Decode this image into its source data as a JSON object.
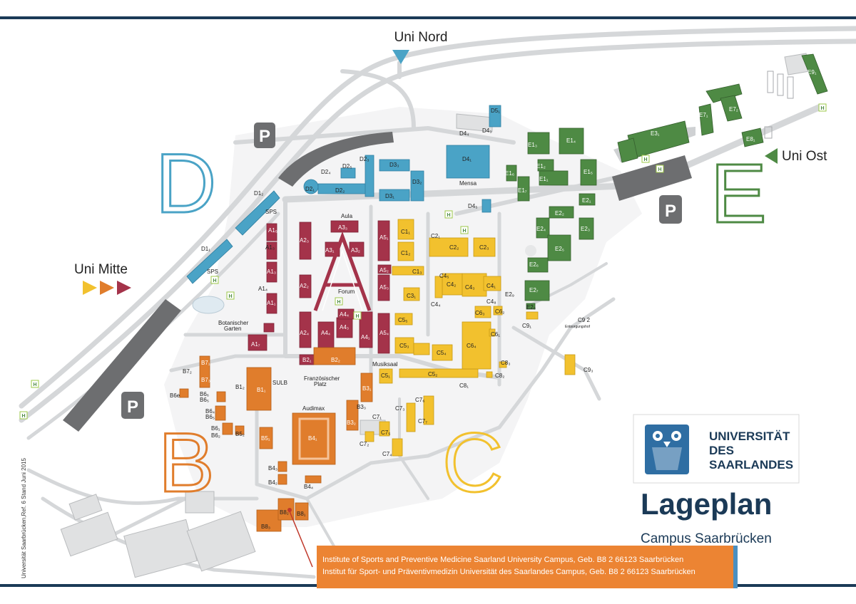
{
  "colors": {
    "frame": "#1b3a57",
    "road": "#d5d7d9",
    "building_gray": "#cfd1d3",
    "zone_A": "#a4334a",
    "zone_B": "#e07d2c",
    "zone_C": "#f2c12e",
    "zone_D": "#4aa3c6",
    "zone_E": "#4e8a44",
    "parking": "#6d6e70",
    "stop": "#9cc84a",
    "callout": "#ec8433",
    "title": "#1b3a57"
  },
  "zone_letters": {
    "A": "A",
    "B": "B",
    "C": "C",
    "D": "D",
    "E": "E"
  },
  "entrances": {
    "north": "Uni Nord",
    "east": "Uni Ost",
    "middle": "Uni Mitte"
  },
  "parking_symbol": "P",
  "stop_symbol": "H",
  "logo": {
    "line1": "UNIVERSITÄT",
    "line2": "DES",
    "line3": "SAARLANDES"
  },
  "title": "Lageplan",
  "subtitle": "Campus Saarbrücken",
  "side_note": "Universität Saarbrücken,Ref. 6 Stand Juni 2015",
  "callout": {
    "en": "Institute of Sports and Preventive Medicine Saarland University Campus, Geb. B8 2 66123 Saarbrücken",
    "de": "Institut für Sport- und Präventivmedizin Universität des Saarlandes Campus, Geb. B8 2 66123 Saarbrücken"
  },
  "place_labels": {
    "aula": "Aula",
    "forum": "Forum",
    "mensa": "Mensa",
    "sps1": "SPS",
    "sps2": "SPS",
    "bot1": "Botanischer",
    "bot2": "Garten",
    "fr1": "Französischer",
    "fr2": "Platz",
    "audimax": "Audimax",
    "musiksaal": "Musiksaal",
    "sulb": "SULB",
    "c92a": "C9 2",
    "c92b": "Entsorgungshof"
  },
  "building_labels": {
    "d1_2": "D1₂",
    "d1_1": "D1₁",
    "d2_1": "D2₁",
    "d2_2": "D2₂",
    "d2_3": "D2₃",
    "d2_4": "D2₄",
    "d2_5": "D2₅",
    "d3_1": "D3₁",
    "d3_2": "D3₂",
    "d3_3": "D3₃",
    "d4_1": "D4₁",
    "d4_3": "D4₃",
    "d4_4": "D4₄",
    "d4_5": "D4₅",
    "d5_1": "D5₁",
    "a1_1": "A1₁",
    "a1_2": "A1₂",
    "a1_3": "A1₃",
    "a1_4": "A1₄",
    "a1_5": "A1₅",
    "a1_7": "A1₇",
    "a2_1": "A2₁",
    "a2_2": "A2₂",
    "a2_3": "A2₃",
    "a2_4": "A2₄",
    "a3_1": "A3₁",
    "a3_2": "A3₂",
    "a3_3": "A3₃",
    "a4_1": "A4₁",
    "a4_2": "A4₂",
    "a4_3": "A4₃",
    "a4_4": "A4₄",
    "a5_1": "A5₁",
    "a5_2": "A5₂",
    "a5_3": "A5₃",
    "a5_4": "A5₄",
    "b1_1": "B1₁",
    "b1_2": "B1₂",
    "b2_1": "B2₁",
    "b2_2": "B2₂",
    "b3_1": "B3₁",
    "b3_2": "B3₂",
    "b3_3": "B3₃",
    "b4_1": "B4₁",
    "b4_2": "B4₂",
    "b4_3": "B4₃",
    "b4_4": "B4₄",
    "b5_1": "B5₁",
    "b5_2": "B5₂",
    "b6_1": "B6₁",
    "b6_2": "B6₂",
    "b6_4": "B6₄",
    "b6_5": "B6₅",
    "b6_6": "B6₆",
    "b6_e": "B6e",
    "b7_1": "B7₁",
    "b7_2": "B7₂",
    "b7_3": "B7₃",
    "b8_1": "B8₁",
    "b8_2": "B8₂",
    "b8_3": "B8₃",
    "c1_1": "C1₁",
    "c1_2": "C1₂",
    "c1_3": "C1₃",
    "c2_1": "C2₁",
    "c2_2": "C2₂",
    "c2_3": "C2₃",
    "c3_1": "C3₁",
    "c4_1": "C4₁",
    "c4_2": "C4₂",
    "c4_3": "C4₃",
    "c4_4": "C4₄",
    "c4_5": "C4₅",
    "c4_8": "C4₈",
    "c5_1": "C5₁",
    "c5_2": "C5₂",
    "c5_3": "C5₃",
    "c5_4": "C5₄",
    "c5_5": "C5₅",
    "c6_1": "C6₁",
    "c6_2": "C6₂",
    "c6_3": "C6₃",
    "c6_4": "C6₄",
    "c7_1": "C7₁",
    "c7_2": "C7₂",
    "c7_3": "C7₃",
    "c7_4": "C7₄",
    "c7_5": "C7₅",
    "c7_6": "C7₆",
    "c7_7": "C7₇",
    "c8_1": "C8₁",
    "c8_2": "C8₂",
    "c8_3": "C8₃",
    "c9_1": "C9₁",
    "c9_3": "C9₃",
    "e1_1": "E1₁",
    "e1_2": "E1₂",
    "e1_3": "E1₃",
    "e1_4": "E1₄",
    "e1_5": "E1₅",
    "e1_6": "E1₆",
    "e1_7": "E1₇",
    "e2_1": "E2₁",
    "e2_2": "E2₂",
    "e2_3": "E2₃",
    "e2_4": "E2₄",
    "e2_5": "E2₅",
    "e2_6": "E2₆",
    "e2_7": "E2₇",
    "e2_8": "E2₈",
    "e2_9": "E2₉",
    "e3_1": "E3₁",
    "e7_1": "E7₁",
    "e7_2": "E7₂",
    "e8_1": "E8₁",
    "e9_1": "E9₁"
  }
}
